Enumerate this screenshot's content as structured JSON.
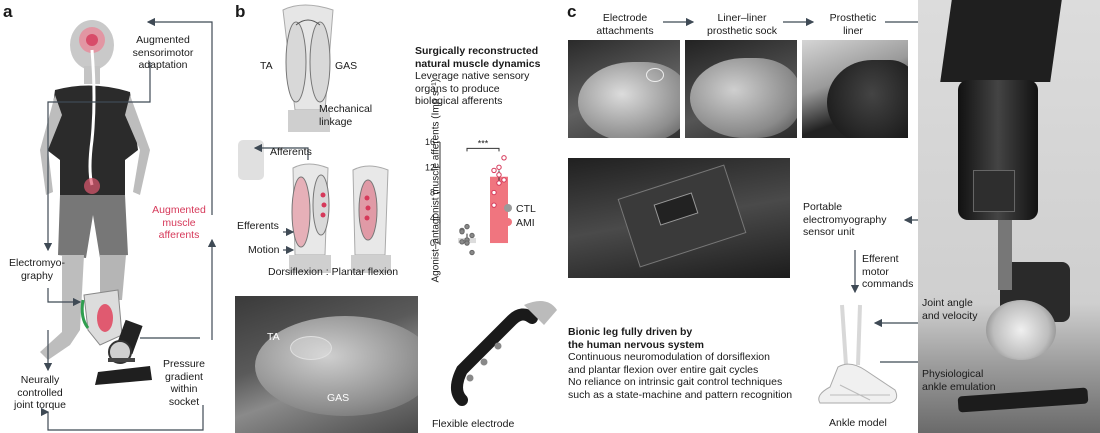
{
  "panel_a": {
    "letter": "a",
    "labels": {
      "augmented_adaptation": [
        "Augmented",
        "sensorimotor",
        "adaptation"
      ],
      "augmented_afferents": [
        "Augmented",
        "muscle",
        "afferents"
      ],
      "electromyography": [
        "Electromyo-",
        "graphy"
      ],
      "neurally_controlled": [
        "Neurally",
        "controlled",
        "joint torque"
      ],
      "pressure_gradient": [
        "Pressure",
        "gradient",
        "within",
        "socket"
      ]
    }
  },
  "panel_b": {
    "letter": "b",
    "labels": {
      "ta": "TA",
      "gas": "GAS",
      "mechanical_linkage": [
        "Mechanical",
        "linkage"
      ],
      "afferents": "Afferents",
      "efferents": "Efferents",
      "motion": "Motion",
      "dorsiflexion_plantar": "Dorsiflexion : Plantar flexion",
      "heading": [
        "Surgically reconstructed",
        "natural muscle dynamics"
      ],
      "description": [
        "Leverage native sensory",
        "organs to produce",
        "biological afferents"
      ],
      "photo_ta": "TA",
      "photo_gas": "GAS",
      "flexible_electrode": "Flexible electrode"
    }
  },
  "chart_data": {
    "type": "bar",
    "categories": [
      "CTL",
      "AMI"
    ],
    "values": [
      0.8,
      10.5
    ],
    "error": [
      0.7,
      1.0
    ],
    "points": {
      "CTL": [
        0.2,
        0.5,
        1.2,
        2.0,
        2.6,
        -1.5,
        1.8,
        0.0
      ],
      "AMI": [
        8.0,
        9.5,
        10.0,
        11.5,
        12.0,
        13.5,
        6.0,
        10.8
      ]
    },
    "ylabel": "Agonist–antagonist muscle afferents (Imp s⁻¹)",
    "yticks": [
      "0",
      "4",
      "8",
      "12",
      "16"
    ],
    "ylim": [
      -3,
      16
    ],
    "significance": "***",
    "legend": [
      "CTL",
      "AMI"
    ],
    "colors": {
      "CTL": "#9a9a9a",
      "AMI": "#f0757f"
    }
  },
  "panel_c": {
    "letter": "c",
    "labels": {
      "electrode_attachments": [
        "Electrode",
        "attachments"
      ],
      "liner_sock": [
        "Liner–liner",
        "prosthetic sock"
      ],
      "prosthetic_liner": [
        "Prosthetic",
        "liner"
      ],
      "portable_emg": [
        "Portable",
        "electromyography",
        "sensor unit"
      ],
      "efferent_commands": [
        "Efferent",
        "motor",
        "commands"
      ],
      "joint_angle": [
        "Joint angle",
        "and velocity"
      ],
      "physiological": [
        "Physiological",
        "ankle emulation"
      ],
      "ankle_model": "Ankle model",
      "bionic_heading": [
        "Bionic leg fully driven by",
        "the human nervous system"
      ],
      "bionic_description": [
        "Continuous neuromodulation of dorsiflexion",
        "and plantar flexion over entire gait cycles",
        "No reliance on intrinsic gait control techniques",
        "such as a state-machine and pattern recognition"
      ]
    }
  },
  "colors": {
    "accent_red": "#d6395a",
    "arrow": "#3f4a55",
    "muscle_pink": "#f0a0ac"
  }
}
